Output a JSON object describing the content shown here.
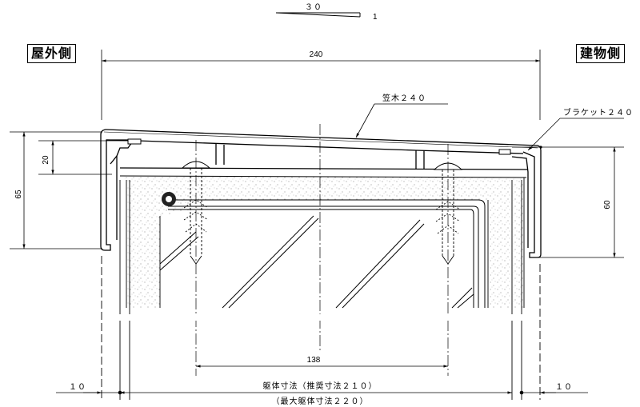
{
  "labels": {
    "outdoor_side": "屋外側",
    "building_side": "建物側",
    "coping": "笠木２４０",
    "bracket": "ブラケット２４０"
  },
  "slope": {
    "run": "３０",
    "rise": "1"
  },
  "dimensions": {
    "overall_width": "240",
    "outer_height": "65",
    "inner_offset": "20",
    "inner_height": "60",
    "bracket_spacing": "138",
    "left_clearance": "１０",
    "right_clearance": "１０",
    "body_size": "躯体寸法（推奨寸法２１０）",
    "body_size_max": "（最大躯体寸法２２０）"
  }
}
